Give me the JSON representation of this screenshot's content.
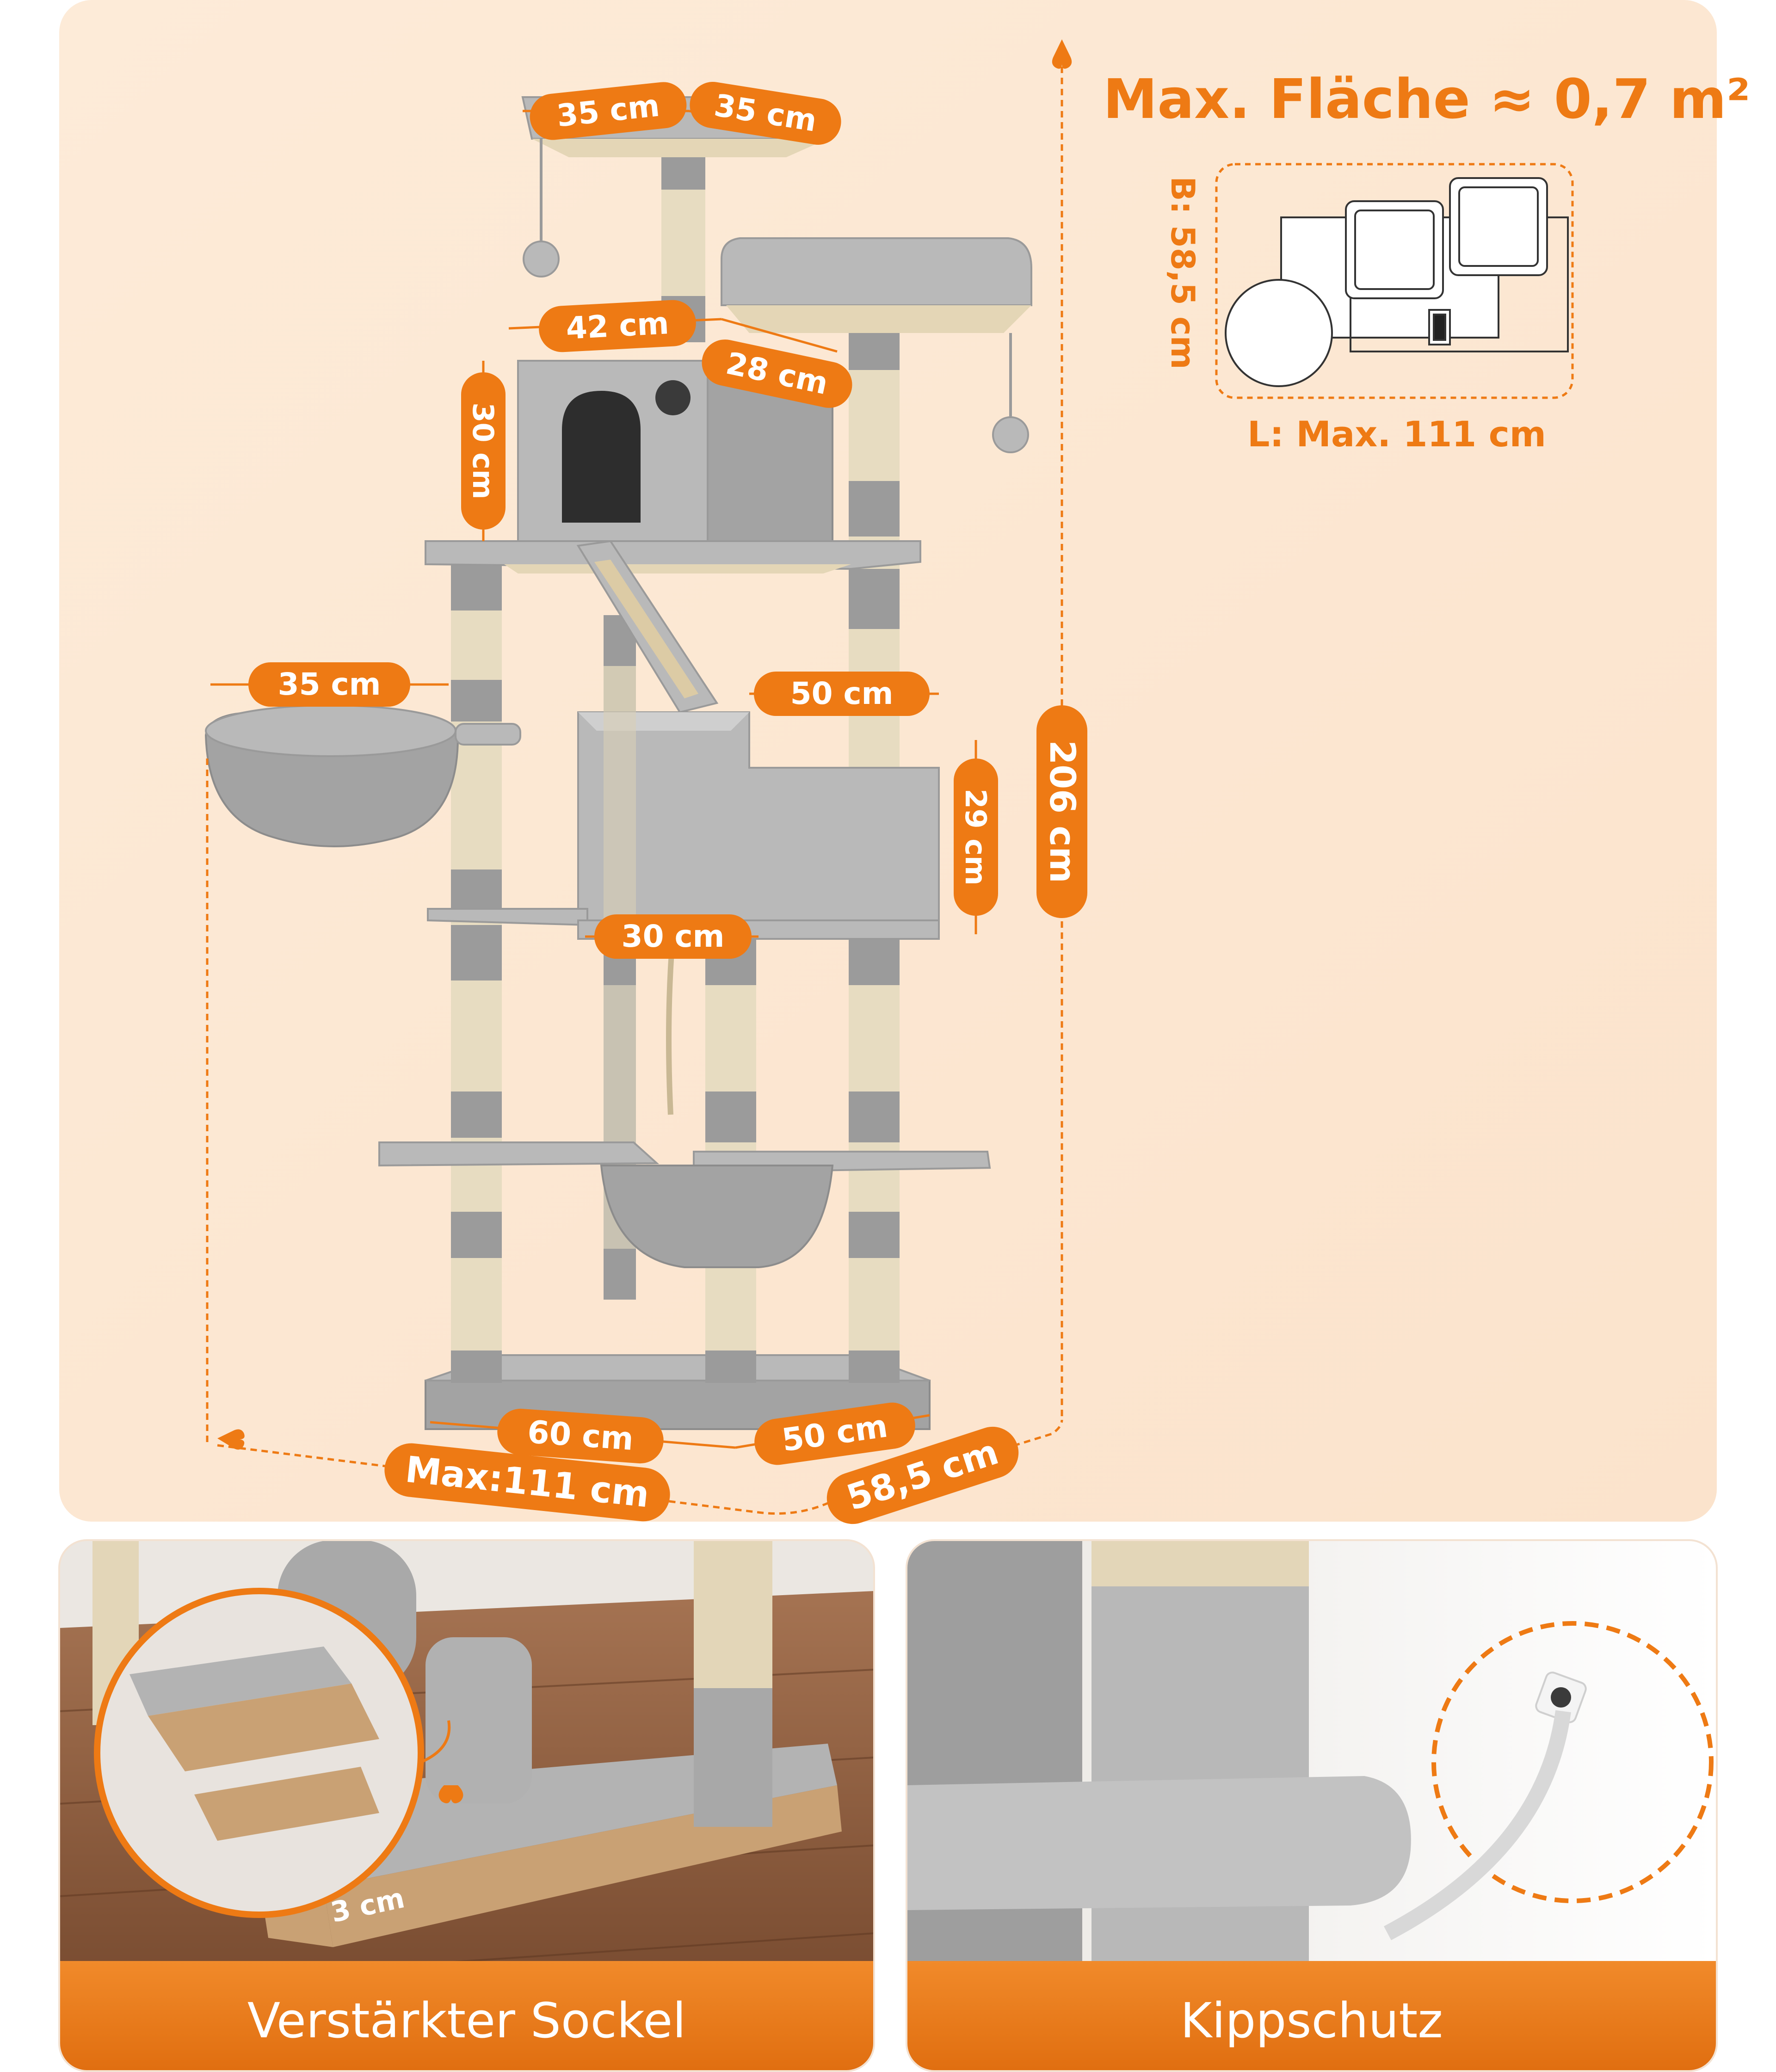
{
  "colors": {
    "accent": "#ee7a14",
    "panel_bg": "#fdebd8",
    "plush_gray": "#b9b9b9",
    "sisal": "#e7dcc1",
    "floor_wood": "#8a5a3c"
  },
  "dimensions": {
    "top_left_w": "35 cm",
    "top_right_w": "35 cm",
    "condo_w": "42 cm",
    "condo_d": "28 cm",
    "condo_h": "30 cm",
    "basket_w": "35 cm",
    "box_w": "50 cm",
    "box_h": "29 cm",
    "platform_w": "30 cm",
    "base_w": "60 cm",
    "base_d": "50 cm",
    "max_len": "Max:111 cm",
    "total_d": "58,5 cm",
    "total_h": "206 cm"
  },
  "footprint": {
    "title": "Max. Fläche ≈ 0,7 m²",
    "width_label": "B: 58,5 cm",
    "length_label": "L: Max. 111 cm"
  },
  "panels": {
    "left_caption": "Verstärkter Sockel",
    "left_thickness": "3 cm",
    "right_caption": "Kippschutz"
  },
  "icons": {
    "heart_arrow": "heart-arrow-icon",
    "anchor_screw": "wall-anchor-icon"
  }
}
